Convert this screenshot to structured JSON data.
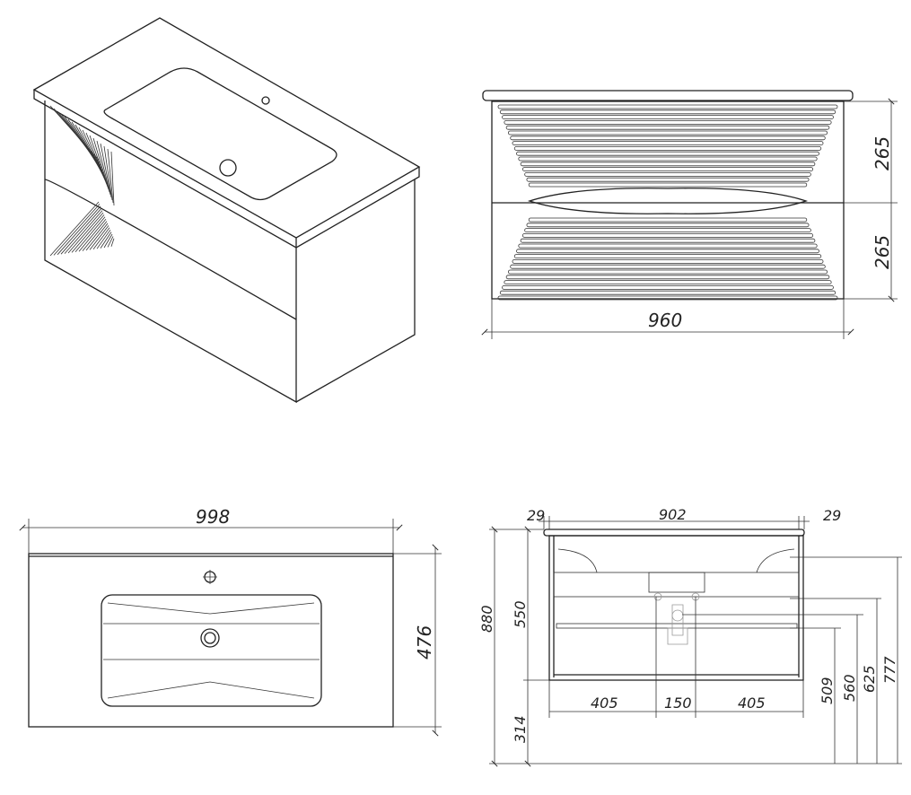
{
  "front_view": {
    "drawer_height_top": "265",
    "drawer_height_bottom": "265",
    "width": "960"
  },
  "top_view": {
    "width": "998",
    "depth": "476"
  },
  "installation_view": {
    "top_side_left": "29",
    "inner_width": "902",
    "top_side_right": "29",
    "total_height": "880",
    "cabinet_height": "550",
    "floor_clearance": "314",
    "pipe_offset_left": "405",
    "pipe_spacing": "150",
    "pipe_offset_right": "405",
    "height_509": "509",
    "height_560": "560",
    "height_625": "625",
    "height_777": "777"
  }
}
